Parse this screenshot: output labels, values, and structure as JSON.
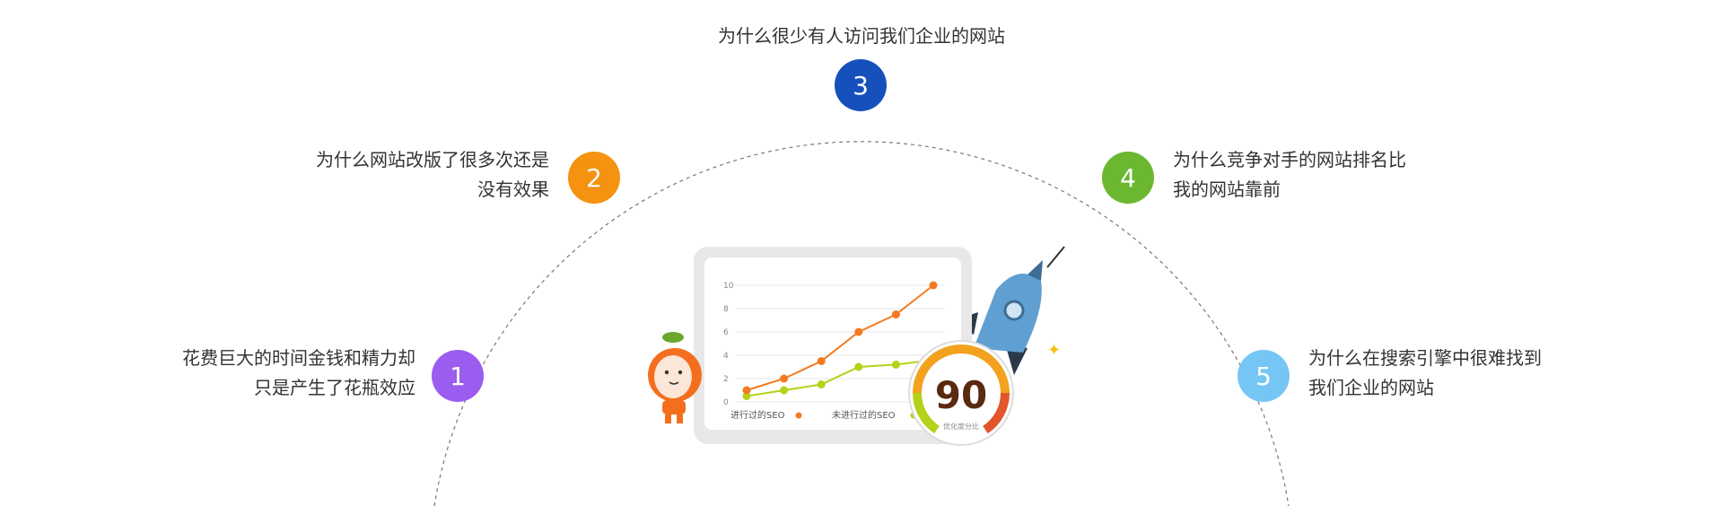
{
  "questions": [
    {
      "num": "1",
      "line1": "花费巨大的时间金钱和精力却",
      "line2": "只是产生了花瓶效应",
      "color": "#9b5cf0"
    },
    {
      "num": "2",
      "line1": "为什么网站改版了很多次还是",
      "line2": "没有效果",
      "color": "#f5920f"
    },
    {
      "num": "3",
      "line1": "为什么很少有人访问我们企业的网站",
      "line2": "",
      "color": "#1650bd"
    },
    {
      "num": "4",
      "line1": "为什么竞争对手的网站排名比",
      "line2": "我的网站靠前",
      "color": "#6bb72f"
    },
    {
      "num": "5",
      "line1": "为什么在搜索引擎中很难找到",
      "line2": "我们企业的网站",
      "color": "#76c6f5"
    }
  ],
  "chart": {
    "y_ticks": [
      "0",
      "2",
      "4",
      "6",
      "8",
      "10"
    ],
    "legend_done": "进行过的SEO",
    "legend_not": "未进行过的SEO",
    "colors": {
      "done": "#f47a22",
      "not": "#b5d118"
    },
    "series_done": [
      1,
      2,
      3.5,
      6,
      7.5,
      10
    ],
    "series_not": [
      0.5,
      1,
      1.5,
      3,
      3.2,
      3.6
    ]
  },
  "score": {
    "value": "90",
    "label": "优化度分比"
  }
}
